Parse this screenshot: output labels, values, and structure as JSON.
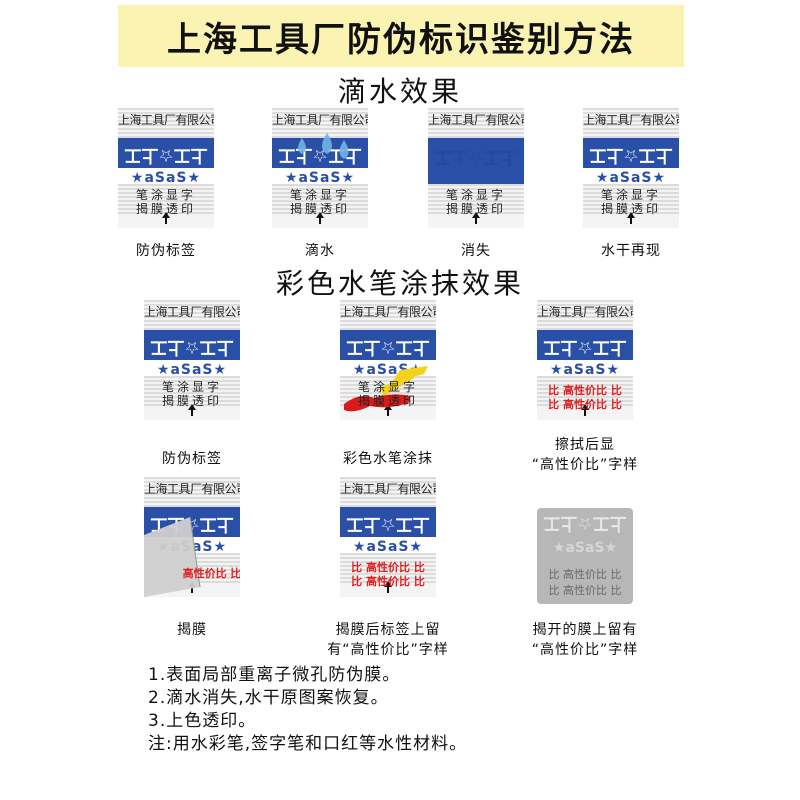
{
  "title": "上海工具厂防伪标识鉴别方法",
  "section_water": "滴水效果",
  "section_pen": "彩色水笔涂抹效果",
  "tag_company": "上海工具厂有限公司",
  "tag_text_line1": "笔涂显字",
  "tag_text_line2": "揭膜透印",
  "red_text": "高性价比",
  "red_text_edge": "比",
  "water_labels": [
    "防伪标签",
    "滴水",
    "消失",
    "水干再现"
  ],
  "pen_labels": {
    "label_tag": "防伪标签",
    "label_pen": "彩色水笔涂抹",
    "label_wipe_1": "擦拭后显",
    "label_wipe_2": "“高性价比”字样"
  },
  "peel_labels": {
    "label_peel": "揭膜",
    "label_after_1": "揭膜后标签上留",
    "label_after_2": "有“高性价比”字样",
    "label_film_1": "揭开的膜上留有",
    "label_film_2": "“高性价比”字样"
  },
  "notes": [
    "1.表面局部重离子微孔防伪膜。",
    "2.滴水消失,水干原图案恢复。",
    "3.上色透印。",
    "注:用水彩笔,签字笔和口红等水性材料。"
  ],
  "colors": {
    "banner": "#fbf3b2",
    "tag_blue": "#2a4fa6",
    "tag_gray": "#bdbdbd",
    "red": "#e02020",
    "water_drop": "#6fb3e6",
    "yellow_pen": "#f3d21b"
  }
}
